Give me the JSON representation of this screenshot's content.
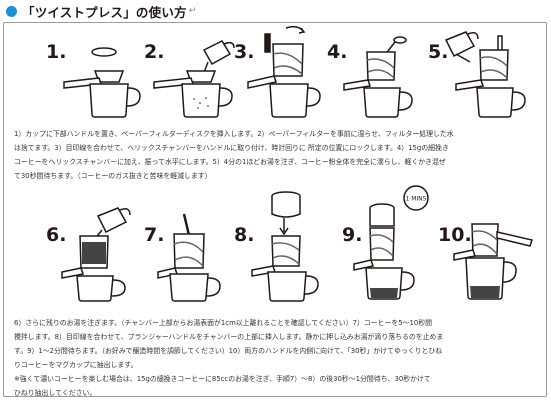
{
  "heading": {
    "title": "「ツイストプレス」の使い方",
    "return_mark": "↵"
  },
  "steps": [
    "1.",
    "2.",
    "3.",
    "4.",
    "5.",
    "6.",
    "7.",
    "8.",
    "9.",
    "10."
  ],
  "timer_label": "1 MINS",
  "paragraph1": [
    "1）カップに下部ハンドルを置き、ペーパーフィルターディスクを挿入します。2）ペーパーフィルターを事前に湿らせ、フィルター処理した水",
    "は捨てます。3）目印線を合わせて、ヘリックスチャンバーをハンドルに取り付け、時計回りに 所定の位置にロックします。4）15gの細挽き",
    "コーヒーをヘリックスチャンバーに加え、振って水平にします。5）4分の1ほどお湯を注ぎ、コーヒー粉全体を完全に濡らし、軽くかき混ぜ",
    "て30秒間待ちます。（コーヒーのガス抜きと苦味を軽減します）"
  ],
  "paragraph2": [
    "6）さらに残りのお湯を注ぎます。（チャンバー上部からお湯表面が1cm以上離れることを確認してください）7）コーヒーを5〜10秒間",
    "攪拌します。8）目印線を合わせて、プランジャーハンドルをチャンバーの上部に挿入します。静かに押し込みお湯が滴り落ちるのを止めま",
    "す。9）1〜2分間待ちます。（お好みで醸造時間を調節してください）10）両方のハンドルを内側に向けて、「30秒」かけてゆっくりとひね",
    "りコーヒーをマグカップに抽出します。",
    "※強くて濃いコーヒーを楽しむ場合は、15gの細挽きコーヒーに85ccのお湯を注ぎ、手順7）〜8）の後30秒〜1分間待ち、30秒かけて",
    "ひねり抽出してください。"
  ]
}
